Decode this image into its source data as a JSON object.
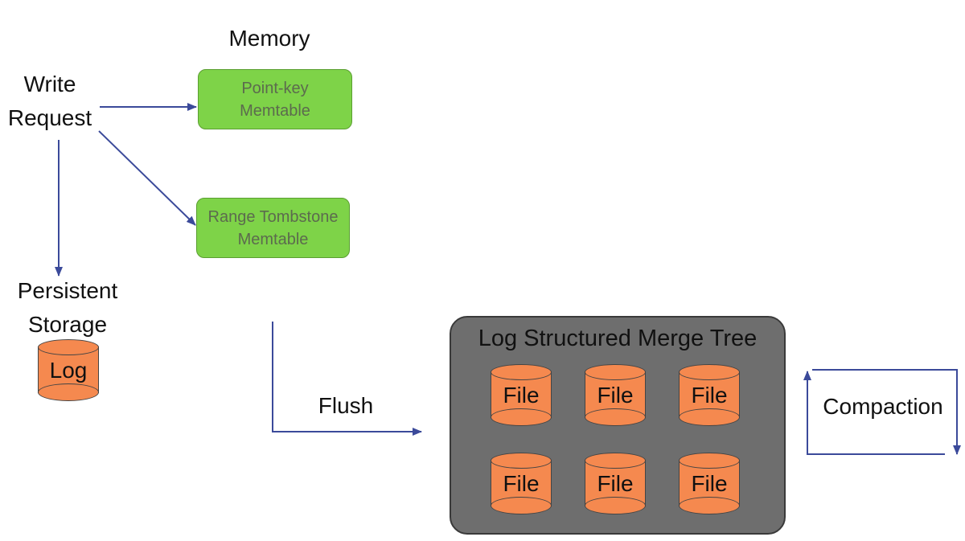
{
  "memory_title": "Memory",
  "write_request": {
    "line1": "Write",
    "line2": "Request"
  },
  "persistent_storage": {
    "line1": "Persistent",
    "line2": "Storage"
  },
  "log_label": "Log",
  "point_key_memtable": {
    "line1": "Point-key",
    "line2": "Memtable"
  },
  "range_tombstone_memtable": {
    "line1": "Range Tombstone",
    "line2": "Memtable"
  },
  "flush_label": "Flush",
  "lsm_title": "Log Structured Merge Tree",
  "files": [
    "File",
    "File",
    "File",
    "File",
    "File",
    "File"
  ],
  "compaction_label": "Compaction",
  "colors": {
    "memtable_fill": "#7ed348",
    "storage_fill": "#f5894f",
    "lsm_fill": "#6e6e6e",
    "arrow": "#3b4a9a"
  }
}
